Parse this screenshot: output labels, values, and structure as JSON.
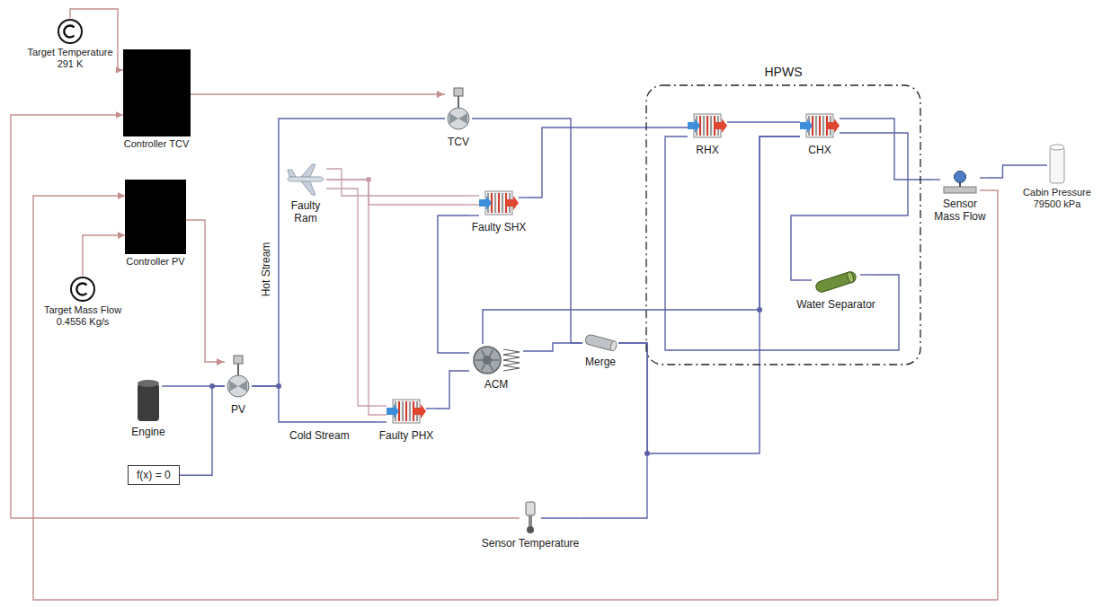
{
  "diagram": {
    "nodes": [
      {
        "text": [
          "Target Temperature 291 K"
        ]
      },
      {
        "text": [
          "Controller TCV"
        ]
      },
      {
        "text": [
          "HPWS"
        ]
      },
      {
        "text": [
          "TCV"
        ]
      },
      {
        "text": [
          "RHX"
        ],
        "in": 2
      },
      {
        "text": [
          "CHX"
        ],
        "in": 2
      },
      {
        "text": [
          "Sensor Mass Flow"
        ]
      },
      {
        "text": [
          "Cabin Pressure 79500 kPa"
        ]
      },
      {
        "text": [
          "Controller PV"
        ]
      },
      {
        "text": [
          "Faulty Ram"
        ]
      },
      {
        "text": [
          "Faulty SHX"
        ]
      },
      {
        "text": [
          "Water Separator"
        ],
        "in": 2
      },
      {
        "text": [
          "Target Mass Flow 0.4556 Kg/s"
        ]
      },
      {
        "text": [
          "PV"
        ]
      },
      {
        "text": [
          "ACM"
        ]
      },
      {
        "text": [
          "Merge"
        ]
      },
      {
        "text": [
          "Engine"
        ]
      },
      {
        "text": [
          "Faulty PHX"
        ]
      },
      {
        "text": [
          "f(x) = 0"
        ]
      },
      {
        "text": [
          "Sensor Temperature"
        ]
      }
    ],
    "edges": [
      {
        "from": 0,
        "to": 1,
        "arrow": "to"
      },
      {
        "from": 1,
        "to": 3,
        "arrow": "to"
      },
      {
        "from": 19,
        "to": 1,
        "arrow": "to"
      },
      {
        "from": 12,
        "to": 8,
        "arrow": "to"
      },
      {
        "from": 6,
        "to": 8,
        "arrow": "to"
      },
      {
        "from": 8,
        "to": 13,
        "arrow": "to"
      },
      {
        "from": 16,
        "to": 13,
        "arrow": "none"
      },
      {
        "from": 18,
        "to": 13,
        "arrow": "none"
      },
      {
        "from": 13,
        "to": 3,
        "arrow": "none"
      },
      {
        "from": 13,
        "to": 17,
        "arrow": "none"
      },
      {
        "from": 9,
        "to": 10,
        "arrow": "none"
      },
      {
        "from": 9,
        "to": 10,
        "arrow": "none"
      },
      {
        "from": 9,
        "to": 17,
        "arrow": "none"
      },
      {
        "from": 9,
        "to": 17,
        "arrow": "none"
      },
      {
        "from": 17,
        "to": 14,
        "arrow": "none"
      },
      {
        "from": 14,
        "to": 10,
        "arrow": "none"
      },
      {
        "from": 10,
        "to": 4,
        "arrow": "none"
      },
      {
        "from": 3,
        "to": 15,
        "arrow": "none"
      },
      {
        "from": 14,
        "to": 15,
        "arrow": "none"
      },
      {
        "from": 14,
        "to": 5,
        "arrow": "none"
      },
      {
        "from": 15,
        "to": 5,
        "arrow": "none"
      },
      {
        "from": 15,
        "to": 19,
        "arrow": "none"
      },
      {
        "from": 4,
        "to": 5,
        "arrow": "none"
      },
      {
        "from": 5,
        "to": 6,
        "arrow": "none"
      },
      {
        "from": 5,
        "to": 11,
        "arrow": "none"
      },
      {
        "from": 11,
        "to": 4,
        "arrow": "none"
      },
      {
        "from": 6,
        "to": 7,
        "arrow": "none"
      }
    ],
    "labels": [
      "Hot Stream",
      "Cold Stream"
    ]
  }
}
